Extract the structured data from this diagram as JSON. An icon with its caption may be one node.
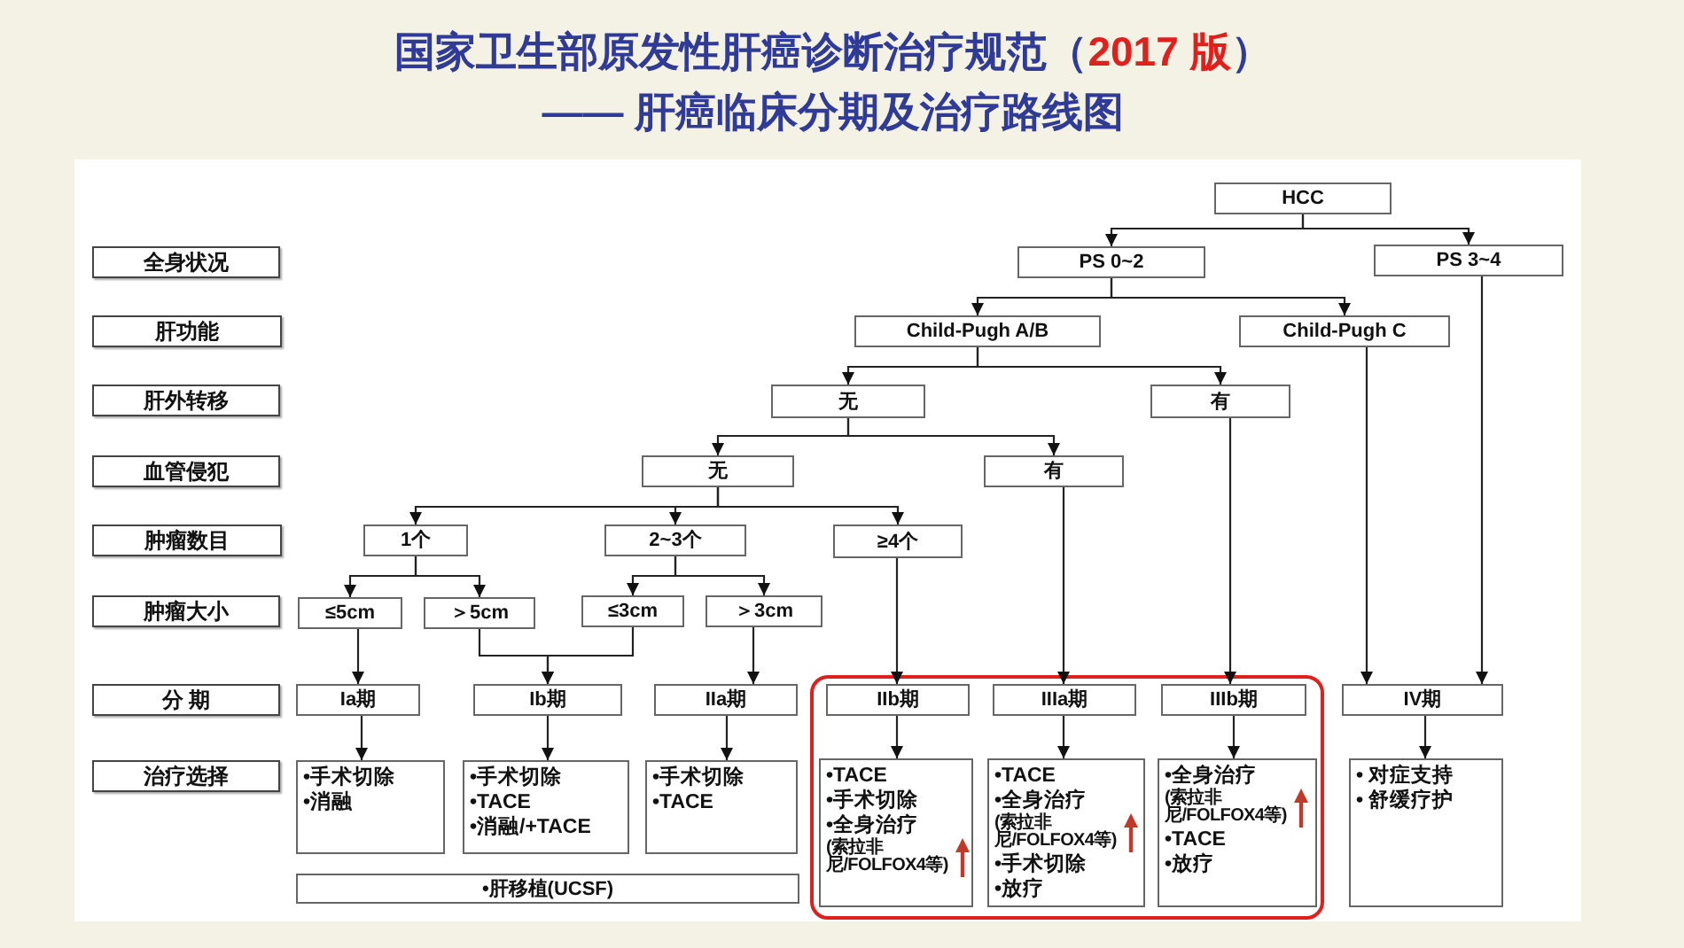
{
  "diagram": {
    "title": "国家卫生部原发性肝癌诊断治疗规范（**2017 版**）",
    "nodes": [
      {
        "text": [
          "HCC"
        ]
      },
      {
        "text": [
          "全身状况"
        ]
      },
      {
        "text": [
          "PS  0~2"
        ]
      },
      {
        "text": [
          "PS  3~4"
        ]
      },
      {
        "text": [
          "肝功能"
        ]
      },
      {
        "text": [
          "Child-Pugh A/B"
        ]
      },
      {
        "text": [
          "Child-Pugh C"
        ]
      },
      {
        "text": [
          "肝外转移"
        ]
      },
      {
        "text": [
          "无"
        ]
      },
      {
        "text": [
          "有"
        ]
      },
      {
        "text": [
          "血管侵犯"
        ]
      },
      {
        "text": [
          "无"
        ]
      },
      {
        "text": [
          "有"
        ]
      },
      {
        "text": [
          "肿瘤数目"
        ]
      },
      {
        "text": [
          "1个"
        ]
      },
      {
        "text": [
          "2~3个"
        ]
      },
      {
        "text": [
          "≥4个"
        ]
      },
      {
        "text": [
          "肿瘤大小"
        ]
      },
      {
        "text": [
          "≤5cm"
        ]
      },
      {
        "text": [
          "＞5cm"
        ]
      },
      {
        "text": [
          "≤3cm"
        ]
      },
      {
        "text": [
          "＞3cm"
        ]
      },
      {
        "text": [
          "分 期"
        ]
      },
      {
        "text": [
          "Ia期"
        ]
      },
      {
        "text": [
          "Ib期"
        ]
      },
      {
        "text": [
          "IIa期"
        ]
      },
      {
        "text": [
          "IIb期"
        ]
      },
      {
        "text": [
          "IIIa期"
        ]
      },
      {
        "text": [
          "IIIb期"
        ]
      },
      {
        "text": [
          "IV期"
        ]
      },
      {
        "text": [
          "治疗选择"
        ]
      },
      {
        "text": [
          "•手术切除",
          "•消融"
        ]
      },
      {
        "text": [
          "•手术切除",
          "•TACE",
          "•消融/+TACE"
        ]
      },
      {
        "text": [
          "•手术切除",
          "•TACE"
        ]
      },
      {
        "text": [
          "•TACE",
          "•手术切除",
          "•全身治疗",
          "(索拉非尼/FOLFOX4等)"
        ]
      },
      {
        "text": [
          "•TACE",
          "•全身治疗",
          "(索拉非尼/FOLFOX4等)",
          "•手术切除",
          "•放疗"
        ]
      },
      {
        "text": [
          "•全身治疗",
          "(索拉非尼/FOLFOX4等)",
          "•TACE",
          "•放疗"
        ]
      },
      {
        "text": [
          "• 对症支持",
          "• 舒缓疗护"
        ]
      },
      {
        "text": [
          "•肝移植(UCSF)"
        ]
      }
    ],
    "edges": [
      {
        "from": 0,
        "to": 2,
        "arrow": "to"
      },
      {
        "from": 0,
        "to": 3,
        "arrow": "to"
      },
      {
        "from": 2,
        "to": 5,
        "arrow": "to"
      },
      {
        "from": 2,
        "to": 6,
        "arrow": "to"
      },
      {
        "from": 5,
        "to": 8,
        "arrow": "to"
      },
      {
        "from": 5,
        "to": 9,
        "arrow": "to"
      },
      {
        "from": 8,
        "to": 11,
        "arrow": "to"
      },
      {
        "from": 8,
        "to": 12,
        "arrow": "to"
      },
      {
        "from": 11,
        "to": 14,
        "arrow": "to"
      },
      {
        "from": 11,
        "to": 15,
        "arrow": "to"
      },
      {
        "from": 11,
        "to": 16,
        "arrow": "to"
      },
      {
        "from": 14,
        "to": 18,
        "arrow": "to"
      },
      {
        "from": 14,
        "to": 19,
        "arrow": "to"
      },
      {
        "from": 15,
        "to": 20,
        "arrow": "to"
      },
      {
        "from": 15,
        "to": 21,
        "arrow": "to"
      },
      {
        "from": 18,
        "to": 23,
        "arrow": "to"
      },
      {
        "from": 19,
        "to": 24,
        "arrow": "to"
      },
      {
        "from": 20,
        "to": 24,
        "arrow": "to"
      },
      {
        "from": 21,
        "to": 25,
        "arrow": "to"
      },
      {
        "from": 16,
        "to": 26,
        "arrow": "to"
      },
      {
        "from": 12,
        "to": 27,
        "arrow": "to"
      },
      {
        "from": 9,
        "to": 28,
        "arrow": "to"
      },
      {
        "from": 6,
        "to": 29,
        "arrow": "to"
      },
      {
        "from": 3,
        "to": 29,
        "arrow": "to"
      },
      {
        "from": 23,
        "to": 31,
        "arrow": "to"
      },
      {
        "from": 24,
        "to": 32,
        "arrow": "to"
      },
      {
        "from": 25,
        "to": 33,
        "arrow": "to"
      },
      {
        "from": 26,
        "to": 34,
        "arrow": "to"
      },
      {
        "from": 27,
        "to": 35,
        "arrow": "to"
      },
      {
        "from": 28,
        "to": 36,
        "arrow": "to"
      },
      {
        "from": 29,
        "to": 37,
        "arrow": "to"
      }
    ],
    "labels": [
      "—— 肝癌临床分期及治疗路线图"
    ]
  }
}
